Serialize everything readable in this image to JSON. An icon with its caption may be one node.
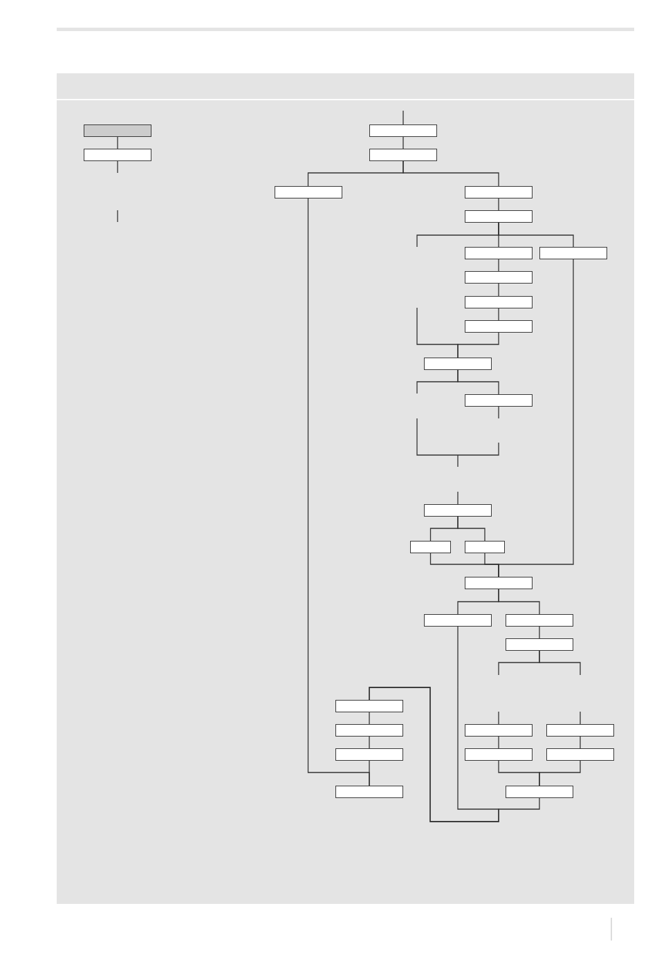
{
  "diagram": {
    "nodes": [
      {
        "text": [],
        "shape": "box"
      },
      {
        "text": [],
        "shape": "box"
      },
      {
        "text": [],
        "shape": "box"
      },
      {
        "text": [],
        "shape": "box"
      },
      {
        "text": [],
        "shape": "box"
      },
      {
        "text": [],
        "shape": "box"
      },
      {
        "text": [],
        "shape": "box"
      },
      {
        "text": [],
        "shape": "box"
      },
      {
        "text": [],
        "shape": "box"
      },
      {
        "text": [],
        "shape": "box"
      },
      {
        "text": [],
        "shape": "box"
      },
      {
        "text": [],
        "shape": "box"
      },
      {
        "text": [],
        "shape": "box"
      },
      {
        "text": [],
        "shape": "box"
      },
      {
        "text": [],
        "shape": "box"
      },
      {
        "text": [],
        "shape": "box"
      },
      {
        "text": [],
        "shape": "box"
      },
      {
        "text": [],
        "shape": "box"
      },
      {
        "text": [],
        "shape": "box"
      },
      {
        "text": [],
        "shape": "box"
      },
      {
        "text": [],
        "shape": "box"
      },
      {
        "text": [],
        "shape": "box"
      },
      {
        "text": [],
        "shape": "box"
      },
      {
        "text": [],
        "shape": "box"
      },
      {
        "text": [],
        "shape": "box"
      },
      {
        "text": [],
        "shape": "box"
      },
      {
        "text": [],
        "shape": "box"
      },
      {
        "text": [],
        "shape": "box"
      },
      {
        "text": [],
        "shape": "box"
      },
      {
        "text": [],
        "shape": "box"
      }
    ],
    "edges": [
      {
        "from": 0,
        "to": 2,
        "arrow": "none"
      },
      {
        "from": 2,
        "to": null,
        "arrow": "none"
      },
      {
        "from": null,
        "to": 1,
        "arrow": "none"
      },
      {
        "from": 1,
        "to": 3,
        "arrow": "none"
      },
      {
        "from": 3,
        "to": 4,
        "arrow": "none"
      },
      {
        "from": 3,
        "to": 5,
        "arrow": "none"
      },
      {
        "from": 4,
        "to": 28,
        "arrow": "none"
      },
      {
        "from": 5,
        "to": 6,
        "arrow": "none"
      },
      {
        "from": 6,
        "to": 7,
        "arrow": "none"
      },
      {
        "from": 6,
        "to": 8,
        "arrow": "none"
      },
      {
        "from": 6,
        "to": null,
        "arrow": "none"
      },
      {
        "from": 7,
        "to": 9,
        "arrow": "none"
      },
      {
        "from": 9,
        "to": 10,
        "arrow": "none"
      },
      {
        "from": 10,
        "to": 11,
        "arrow": "none"
      },
      {
        "from": null,
        "to": 12,
        "arrow": "none"
      },
      {
        "from": 11,
        "to": 12,
        "arrow": "none"
      },
      {
        "from": 12,
        "to": 13,
        "arrow": "none"
      },
      {
        "from": 12,
        "to": null,
        "arrow": "none"
      },
      {
        "from": 13,
        "to": null,
        "arrow": "none"
      },
      {
        "from": null,
        "to": 14,
        "arrow": "none"
      },
      {
        "from": 14,
        "to": 15,
        "arrow": "none"
      },
      {
        "from": 14,
        "to": 16,
        "arrow": "none"
      },
      {
        "from": 15,
        "to": 17,
        "arrow": "none"
      },
      {
        "from": 16,
        "to": 17,
        "arrow": "none"
      },
      {
        "from": 8,
        "to": 17,
        "arrow": "none"
      },
      {
        "from": 17,
        "to": 18,
        "arrow": "none"
      },
      {
        "from": 17,
        "to": 19,
        "arrow": "none"
      },
      {
        "from": 19,
        "to": 20,
        "arrow": "none"
      },
      {
        "from": 20,
        "to": null,
        "arrow": "none"
      },
      {
        "from": 20,
        "to": null,
        "arrow": "none"
      },
      {
        "from": null,
        "to": 23,
        "arrow": "none"
      },
      {
        "from": null,
        "to": 24,
        "arrow": "none"
      },
      {
        "from": 23,
        "to": 26,
        "arrow": "none"
      },
      {
        "from": 24,
        "to": 27,
        "arrow": "none"
      },
      {
        "from": 26,
        "to": 29,
        "arrow": "none"
      },
      {
        "from": 27,
        "to": 29,
        "arrow": "none"
      },
      {
        "from": 18,
        "to": 21,
        "arrow": "none"
      },
      {
        "from": 29,
        "to": 21,
        "arrow": "none"
      },
      {
        "from": 21,
        "to": 22,
        "arrow": "none"
      },
      {
        "from": 22,
        "to": 25,
        "arrow": "none"
      },
      {
        "from": 25,
        "to": 28,
        "arrow": "none"
      }
    ]
  }
}
